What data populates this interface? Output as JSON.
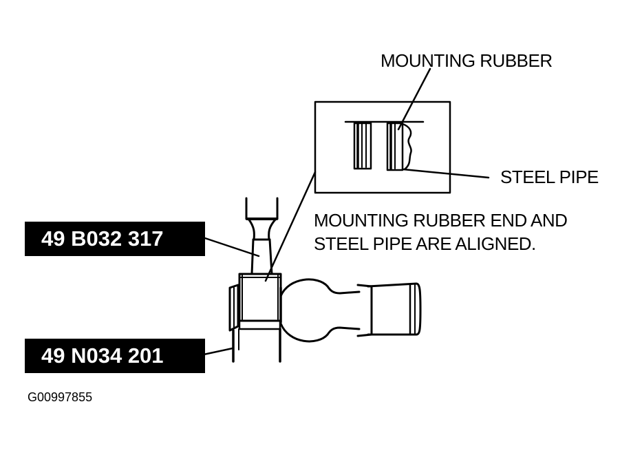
{
  "labels": {
    "mounting_rubber": "MOUNTING RUBBER",
    "steel_pipe": "STEEL PIPE",
    "note_line1": "MOUNTING RUBBER END AND",
    "note_line2": "STEEL PIPE ARE ALIGNED."
  },
  "tools": {
    "upper": "49 B032 317",
    "lower": "49 N034 201"
  },
  "figure_id": "G00997855",
  "colors": {
    "ink": "#000000",
    "paper": "#ffffff"
  }
}
